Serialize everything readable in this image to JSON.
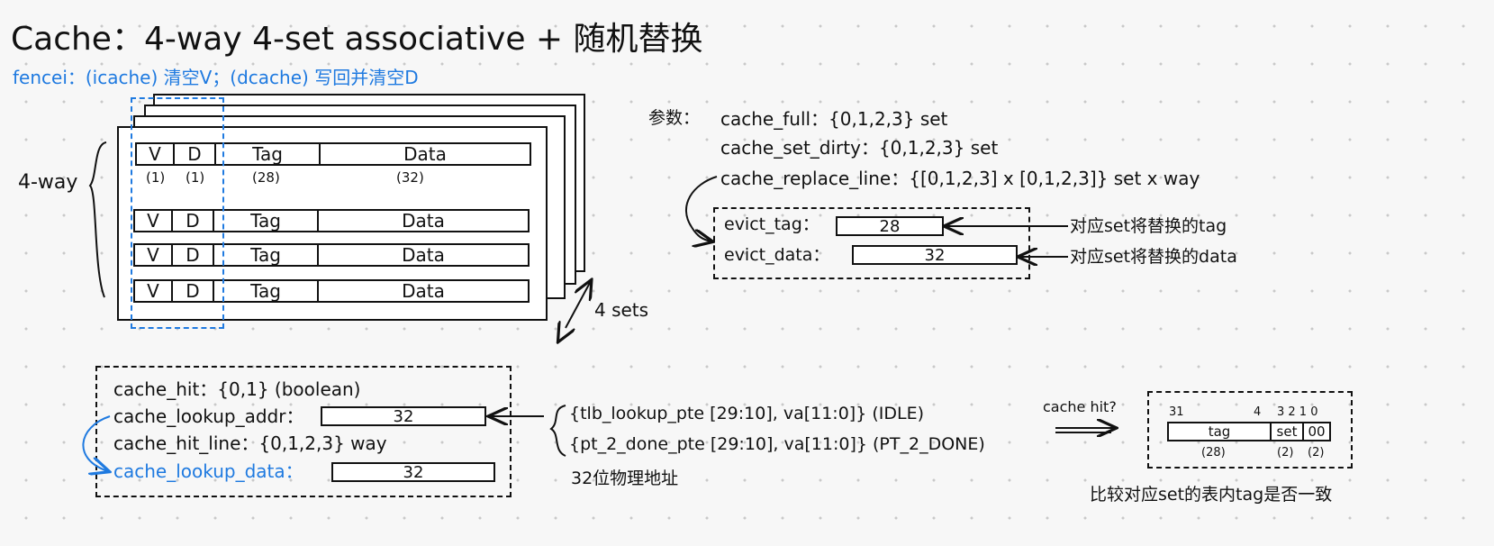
{
  "title": "Cache：4-way 4-set associative + 随机替换",
  "fencei_note": "fencei：(icache) 清空V；(dcache) 写回并清空D",
  "cache_block": {
    "way_label": "4-way",
    "sets_label": "4 sets",
    "header_row": {
      "v": "V",
      "d": "D",
      "tag": "Tag",
      "data": "Data"
    },
    "bit_widths": {
      "v": "(1)",
      "d": "(1)",
      "tag": "(28)",
      "data": "(32)"
    },
    "rows": [
      {
        "v": "V",
        "d": "D",
        "tag": "Tag",
        "data": "Data"
      },
      {
        "v": "V",
        "d": "D",
        "tag": "Tag",
        "data": "Data"
      },
      {
        "v": "V",
        "d": "D",
        "tag": "Tag",
        "data": "Data"
      }
    ]
  },
  "params": {
    "heading": "参数：",
    "lines": [
      "cache_full：{0,1,2,3} set",
      "cache_set_dirty：{0,1,2,3} set",
      "cache_replace_line：{[0,1,2,3] x [0,1,2,3]} set x way"
    ]
  },
  "evict": {
    "tag_label": "evict_tag：",
    "tag_value": "28",
    "tag_note": "对应set将替换的tag",
    "data_label": "evict_data：",
    "data_value": "32",
    "data_note": "对应set将替换的data"
  },
  "lookup": {
    "hit": "cache_hit：{0,1} (boolean)",
    "addr_label": "cache_lookup_addr：",
    "addr_value": "32",
    "hit_line": "cache_hit_line：{0,1,2,3} way",
    "data_label": "cache_lookup_data：",
    "data_value": "32"
  },
  "sources": {
    "line1": "{tlb_lookup_pte [29:10], va[11:0]} (IDLE)",
    "line2": "{pt_2_done_pte [29:10], va[11:0]} (PT_2_DONE)",
    "note": "32位物理地址"
  },
  "address": {
    "question": "cache hit?",
    "bit_31": "31",
    "bit_4": "4",
    "bits_3210": "3 2 1 0",
    "tag": "tag",
    "set": "set",
    "offset": "00",
    "tag_width": "(28)",
    "set_width": "(2)",
    "offset_width": "(2)",
    "caption": "比较对应set的表内tag是否一致"
  },
  "colors": {
    "ink": "#111111",
    "accent": "#1f7ae0",
    "background": "#f7f7f7"
  }
}
